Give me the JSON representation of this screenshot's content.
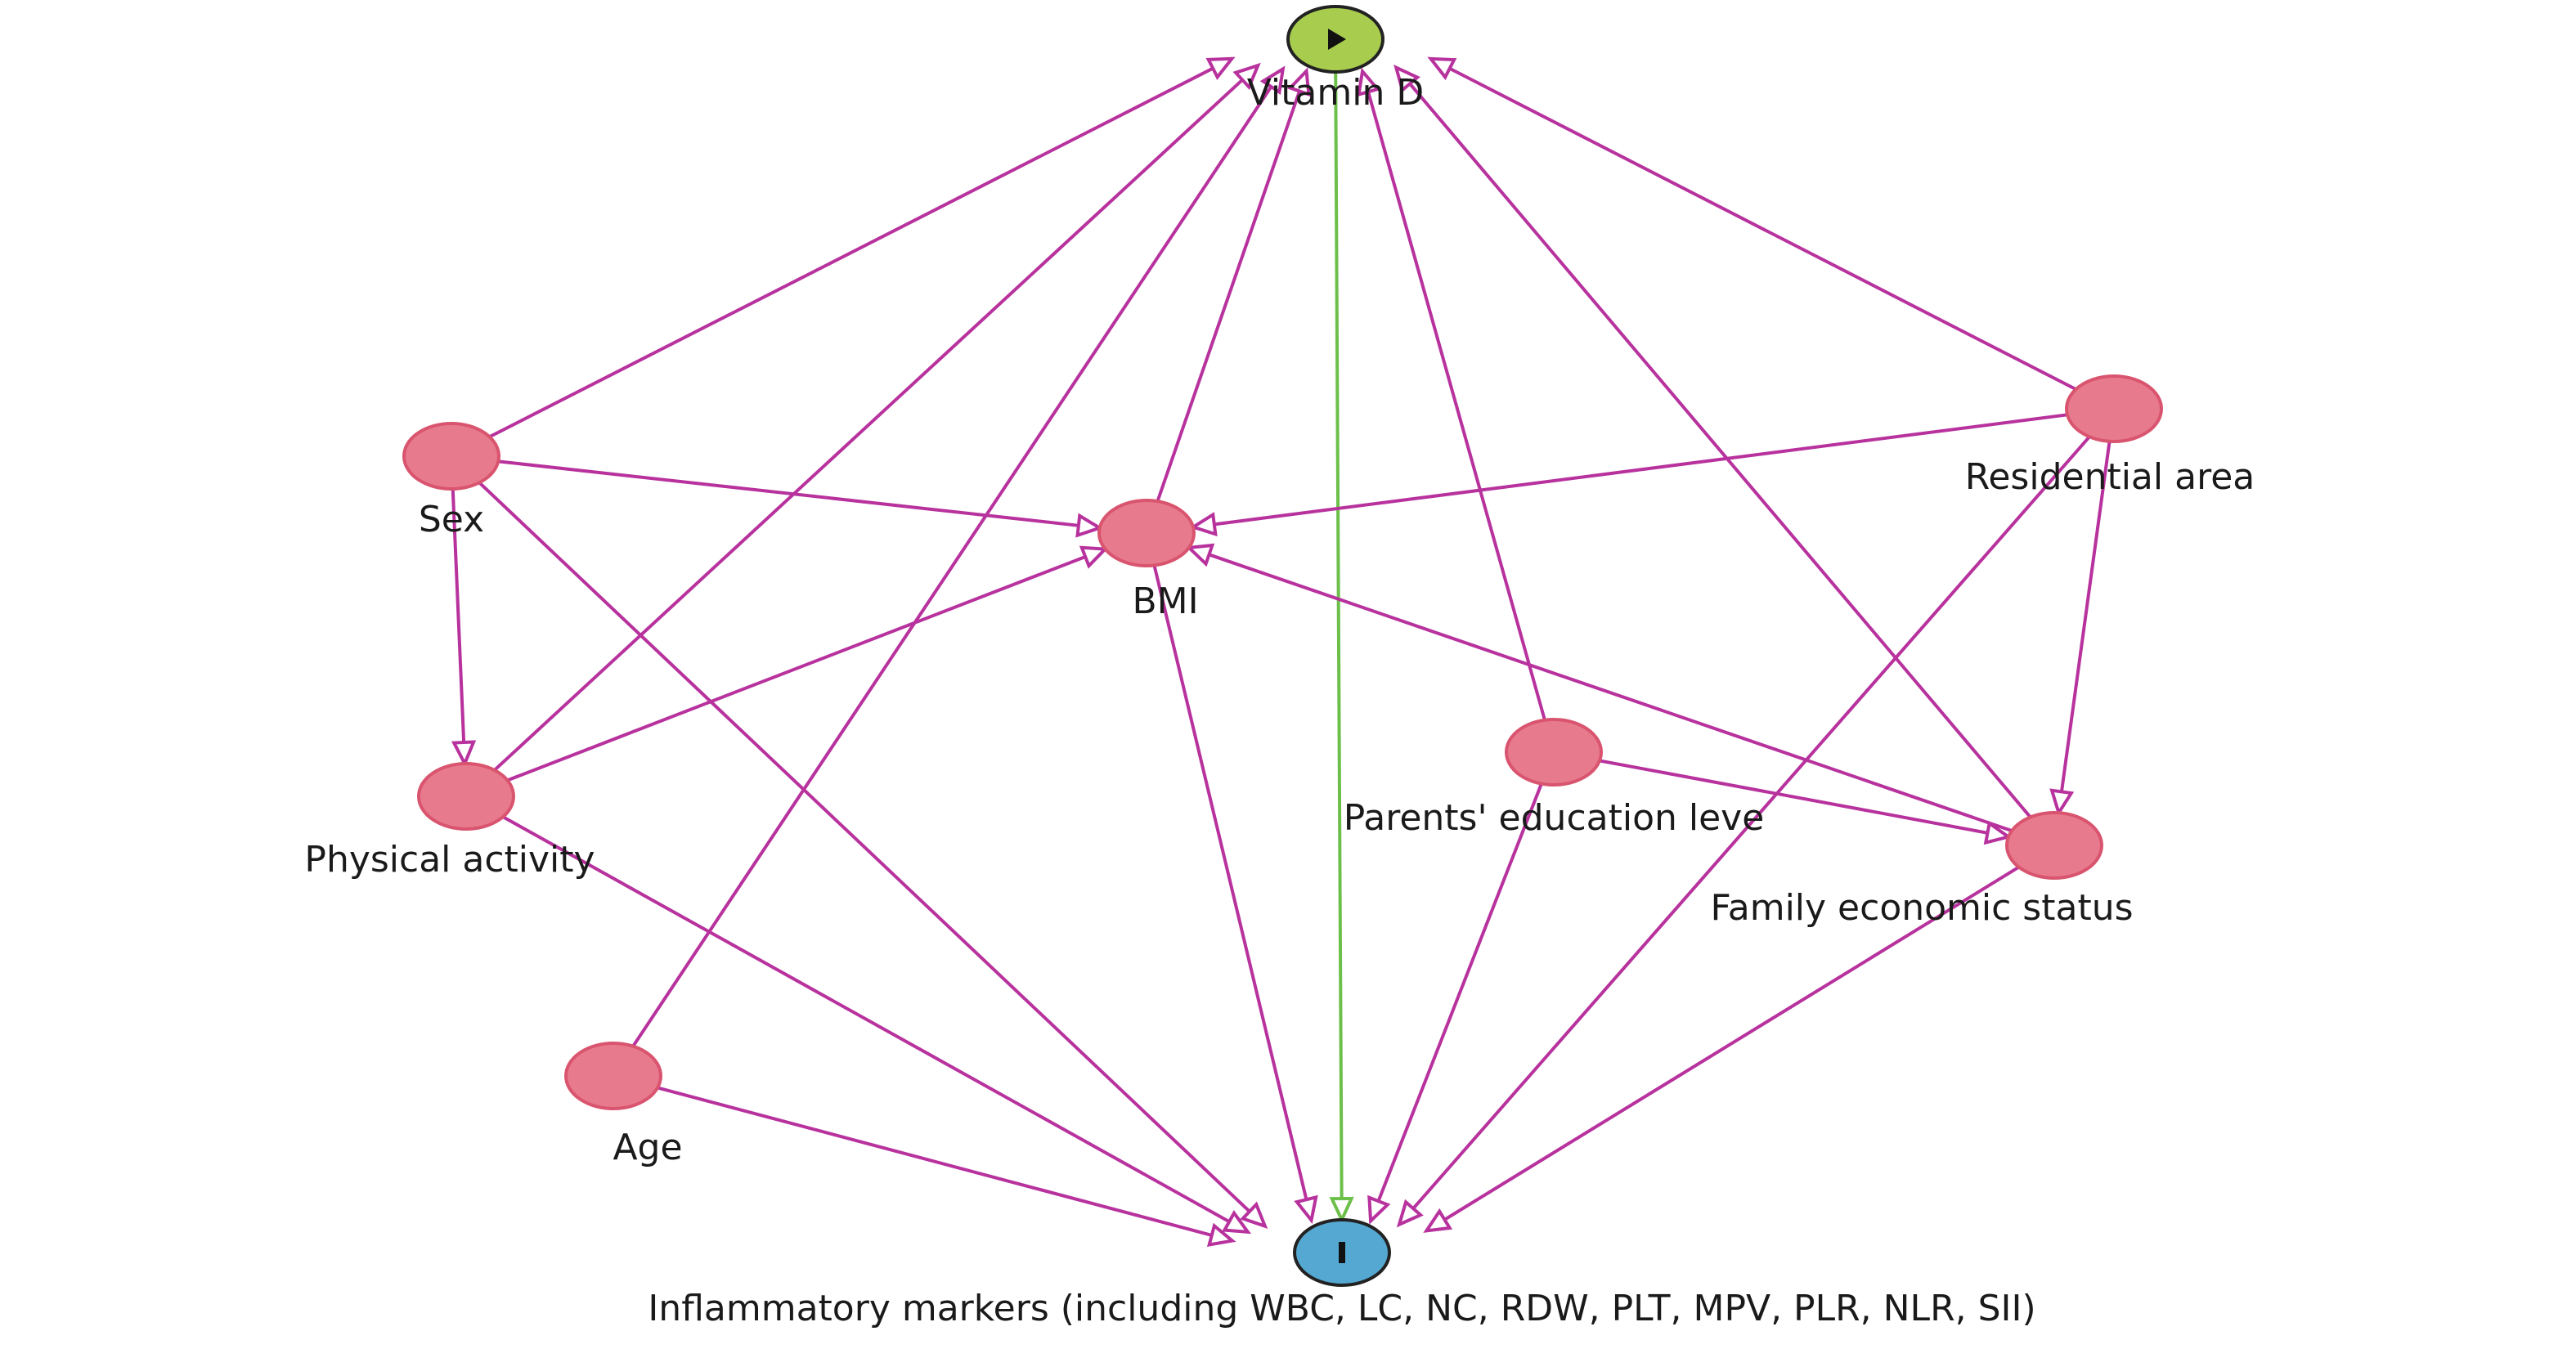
{
  "diagram": {
    "type": "causal-dag",
    "colors": {
      "edge": "#b8329e",
      "causal_path": "#6cc04a",
      "covariate_fill": "#e87a8e",
      "covariate_stroke": "#d9546e",
      "exposure_fill": "#a7cc4e",
      "exposure_stroke": "#222222",
      "outcome_fill": "#55a8d2",
      "outcome_stroke": "#222222"
    },
    "nodes": [
      {
        "id": "vitamin_d",
        "label": "Vitamin D",
        "role": "exposure",
        "icon": "play-icon"
      },
      {
        "id": "inflammatory",
        "label": "Inflammatory markers (including WBC, LC, NC, RDW, PLT, MPV, PLR, NLR, SII)",
        "role": "outcome",
        "icon": "outcome-bar-icon"
      },
      {
        "id": "sex",
        "label": "Sex",
        "role": "covariate"
      },
      {
        "id": "bmi",
        "label": "BMI",
        "role": "covariate"
      },
      {
        "id": "residential",
        "label": "Residential area",
        "role": "covariate"
      },
      {
        "id": "physical",
        "label": "Physical activity",
        "role": "covariate"
      },
      {
        "id": "parents_edu",
        "label": "Parents' education leve",
        "role": "covariate"
      },
      {
        "id": "family_econ",
        "label": "Family economic status",
        "role": "covariate"
      },
      {
        "id": "age",
        "label": "Age",
        "role": "covariate"
      }
    ],
    "edges": [
      {
        "from": "vitamin_d",
        "to": "inflammatory",
        "kind": "causal_path"
      },
      {
        "from": "sex",
        "to": "vitamin_d",
        "kind": "edge"
      },
      {
        "from": "physical",
        "to": "vitamin_d",
        "kind": "edge"
      },
      {
        "from": "age",
        "to": "vitamin_d",
        "kind": "edge"
      },
      {
        "from": "bmi",
        "to": "vitamin_d",
        "kind": "edge"
      },
      {
        "from": "parents_edu",
        "to": "vitamin_d",
        "kind": "edge"
      },
      {
        "from": "family_econ",
        "to": "vitamin_d",
        "kind": "edge"
      },
      {
        "from": "residential",
        "to": "vitamin_d",
        "kind": "edge"
      },
      {
        "from": "sex",
        "to": "bmi",
        "kind": "edge"
      },
      {
        "from": "residential",
        "to": "bmi",
        "kind": "edge"
      },
      {
        "from": "physical",
        "to": "bmi",
        "kind": "edge"
      },
      {
        "from": "family_econ",
        "to": "bmi",
        "kind": "edge"
      },
      {
        "from": "sex",
        "to": "physical",
        "kind": "edge"
      },
      {
        "from": "residential",
        "to": "family_econ",
        "kind": "edge"
      },
      {
        "from": "parents_edu",
        "to": "family_econ",
        "kind": "edge"
      },
      {
        "from": "sex",
        "to": "inflammatory",
        "kind": "edge"
      },
      {
        "from": "physical",
        "to": "inflammatory",
        "kind": "edge"
      },
      {
        "from": "age",
        "to": "inflammatory",
        "kind": "edge"
      },
      {
        "from": "bmi",
        "to": "inflammatory",
        "kind": "edge"
      },
      {
        "from": "parents_edu",
        "to": "inflammatory",
        "kind": "edge"
      },
      {
        "from": "residential",
        "to": "inflammatory",
        "kind": "edge"
      },
      {
        "from": "family_econ",
        "to": "inflammatory",
        "kind": "edge"
      }
    ]
  }
}
